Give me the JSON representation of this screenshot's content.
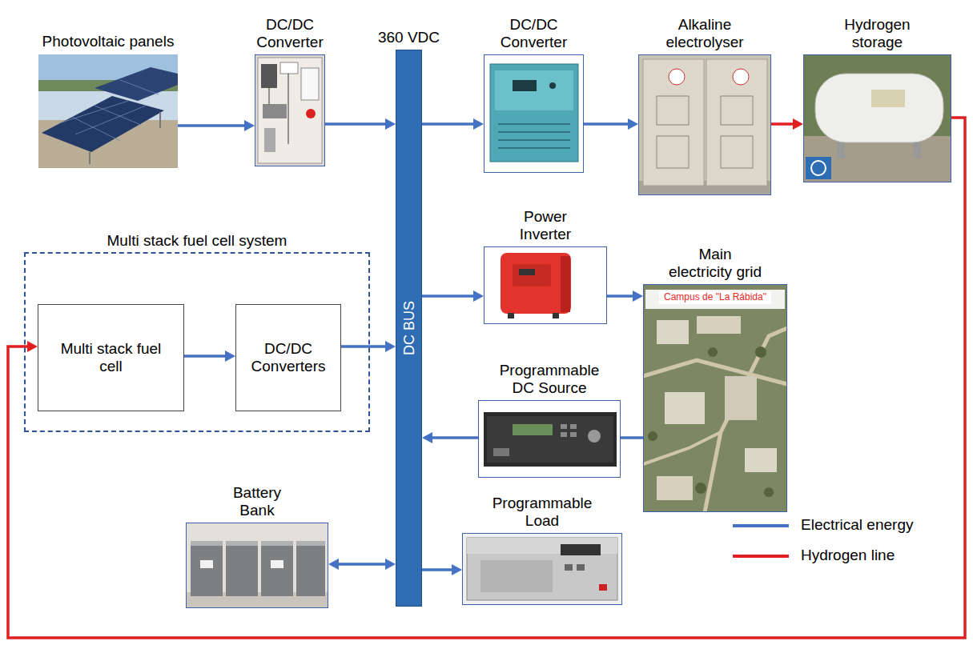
{
  "diagram": {
    "nodes": [
      {
        "text": [
          "Photovoltaic panels"
        ]
      },
      {
        "text": [
          "DC/DC Converter"
        ]
      },
      {
        "text": [
          "360 VDC",
          "DC BUS"
        ]
      },
      {
        "text": [
          "DC/DC Converter"
        ]
      },
      {
        "text": [
          "Alkaline electrolyser"
        ]
      },
      {
        "text": [
          "Hydrogen storage"
        ]
      },
      {
        "text": [
          "Multi stack fuel cell system"
        ]
      },
      {
        "text": [
          "Multi stack fuel cell"
        ],
        "in": 6
      },
      {
        "text": [
          "DC/DC Converters"
        ],
        "in": 6
      },
      {
        "text": [
          "Power Inverter"
        ]
      },
      {
        "text": [
          "Main electricity grid",
          "Campus de \"La Rábida\""
        ]
      },
      {
        "text": [
          "Programmable DC Source"
        ]
      },
      {
        "text": [
          "Battery Bank"
        ]
      },
      {
        "text": [
          "Programmable Load"
        ]
      }
    ],
    "edges": [
      {
        "from": 0,
        "to": 1,
        "arrow": "to"
      },
      {
        "from": 1,
        "to": 2,
        "arrow": "to"
      },
      {
        "from": 2,
        "to": 3,
        "arrow": "to"
      },
      {
        "from": 3,
        "to": 4,
        "arrow": "to"
      },
      {
        "from": 4,
        "to": 5,
        "arrow": "to"
      },
      {
        "from": 5,
        "to": 7,
        "arrow": "to"
      },
      {
        "from": 7,
        "to": 8,
        "arrow": "to"
      },
      {
        "from": 8,
        "to": 2,
        "arrow": "to"
      },
      {
        "from": 2,
        "to": 9,
        "arrow": "to"
      },
      {
        "from": 9,
        "to": 10,
        "arrow": "to"
      },
      {
        "from": 10,
        "to": 11,
        "arrow": "none"
      },
      {
        "from": 11,
        "to": 2,
        "arrow": "to"
      },
      {
        "from": 12,
        "to": 2,
        "arrow": "both"
      },
      {
        "from": 2,
        "to": 13,
        "arrow": "to"
      }
    ],
    "legend": [
      {
        "text": "Electrical energy"
      },
      {
        "text": "Hydrogen line"
      }
    ]
  }
}
